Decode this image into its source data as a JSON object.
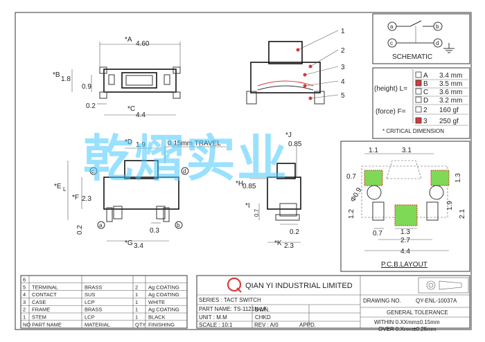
{
  "top_view": {
    "a": "*A",
    "a_val": "4.60",
    "b": "*B",
    "b_val": "1.8",
    "h09": "0.9",
    "v02": "0.2",
    "c": "*C",
    "c_val": "4.4"
  },
  "callouts": [
    "1",
    "2",
    "3",
    "4",
    "5"
  ],
  "schematic": {
    "a": "a",
    "b": "b",
    "c": "c",
    "d": "d",
    "title": "SCHEMATIC"
  },
  "height_spec": {
    "label": "(height) L=",
    "force_label": "(force) F=",
    "options": [
      {
        "code": "A",
        "value": "3.4 mm",
        "checked": false
      },
      {
        "code": "B",
        "value": "3.5 mm",
        "checked": true
      },
      {
        "code": "C",
        "value": "3.6 mm",
        "checked": false
      },
      {
        "code": "D",
        "value": "3.2 mm",
        "checked": false
      }
    ],
    "forces": [
      {
        "code": "2",
        "value": "160 gf",
        "checked": false
      },
      {
        "code": "3",
        "value": "250 gf",
        "checked": true
      }
    ],
    "note": "* CRITICAL  DIMENSION",
    "check_color": "#d83a3a"
  },
  "front_view": {
    "d": "*D",
    "d_val": "1.9",
    "travel": "0.15mm  TRAVEL",
    "e": "*E",
    "e_sub": "L",
    "f": "*F",
    "f_val": "2.3",
    "g": "*G",
    "g_val": "3.4",
    "v02": "0.2",
    "h03": "0.3",
    "pin_a": "a",
    "pin_b": "b",
    "pin_c": "c",
    "pin_d": "d"
  },
  "side_view": {
    "j": "*J",
    "j_val": "0.85",
    "h": "*H",
    "h_val": "0.85",
    "i": "*I",
    "i_val": "0.7",
    "k": "*K",
    "k_val": "2.3",
    "h02": "0.2"
  },
  "pcb": {
    "d11": "1.1",
    "d31": "3.1",
    "d07": "0.7",
    "d13": "1.3",
    "d09": "0.9",
    "d12": "1.2",
    "d19": "1.9",
    "d21": "2.1",
    "b07": "0.7",
    "b13": "1.3",
    "b27": "2.7",
    "b44": "4.4",
    "phi": "Φ0.9",
    "title": "P.C.B.LAYOUT",
    "pad_color": "#7ed957",
    "hatch_color": "#e8332a"
  },
  "watermark": "乾熠实业",
  "bom": {
    "rows": [
      {
        "no": "6",
        "name": "",
        "material": "",
        "qty": "",
        "finishing": ""
      },
      {
        "no": "5",
        "name": "TERMINAL",
        "material": "BRASS",
        "qty": "2",
        "finishing": "Ag COATING"
      },
      {
        "no": "4",
        "name": "CONTACT",
        "material": "SUS",
        "qty": "1",
        "finishing": "Ag COATING"
      },
      {
        "no": "3",
        "name": "CASE",
        "material": "LCP",
        "qty": "1",
        "finishing": "WHITE"
      },
      {
        "no": "2",
        "name": "FRAME",
        "material": "BRASS",
        "qty": "1",
        "finishing": "Ag COATING"
      },
      {
        "no": "1",
        "name": "STEM",
        "material": "LCP",
        "qty": "1",
        "finishing": "BLACK"
      }
    ],
    "header": {
      "no": "NO",
      "name": "PART NAME",
      "material": "MATERIAL",
      "qty": "QTY",
      "finishing": "FINISHING"
    }
  },
  "title_block": {
    "company": "QIAN YI INDUSTRIAL LIMITED",
    "logo": "Q",
    "series": "SERIES : TACT SWITCH",
    "part": "PART NAME: TS-1121N-LF",
    "unit": "UNIT : M.M",
    "scale": "SCALE : 10:1",
    "rev": "REV : A/0",
    "dwn": "DWN.",
    "chkd": "CHKD",
    "appd": "APPD.",
    "drawing_no_label": "DRAWING NO.",
    "drawing_no": "QY-ENL-10037A",
    "tolerance_title": "GENERAL TOLERANCE",
    "tol1": "WITHIN 0.XXmm±0.15mm",
    "tol2": "OVER  0.Xmm±0.25mm"
  }
}
